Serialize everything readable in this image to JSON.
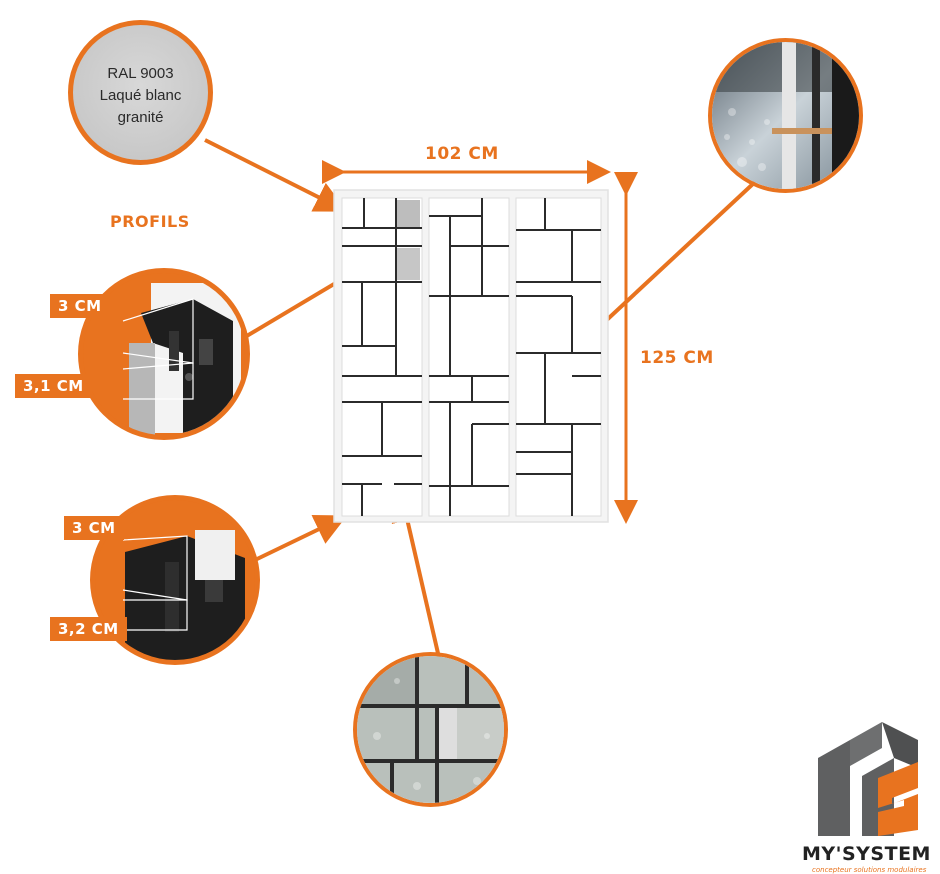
{
  "color_callout": {
    "line1": "RAL 9003",
    "line2": "Laqué blanc",
    "line3": "granité"
  },
  "dimensions": {
    "width": "102 CM",
    "height": "125 CM"
  },
  "profiles": {
    "heading": "PROFILS",
    "profile_1": {
      "depth": "3 CM",
      "width": "3,1 CM"
    },
    "profile_2": {
      "depth": "3 CM",
      "width": "3,2 CM"
    }
  },
  "brand": {
    "name": "MY'SYSTEM",
    "tagline": "concepteur solutions modulaires"
  },
  "colors": {
    "accent": "#e8731f",
    "frame": "#f2f2f2",
    "mullion": "#2b2b2b",
    "profile": "#1e1e1e",
    "logo_gray": "#5f6061"
  }
}
